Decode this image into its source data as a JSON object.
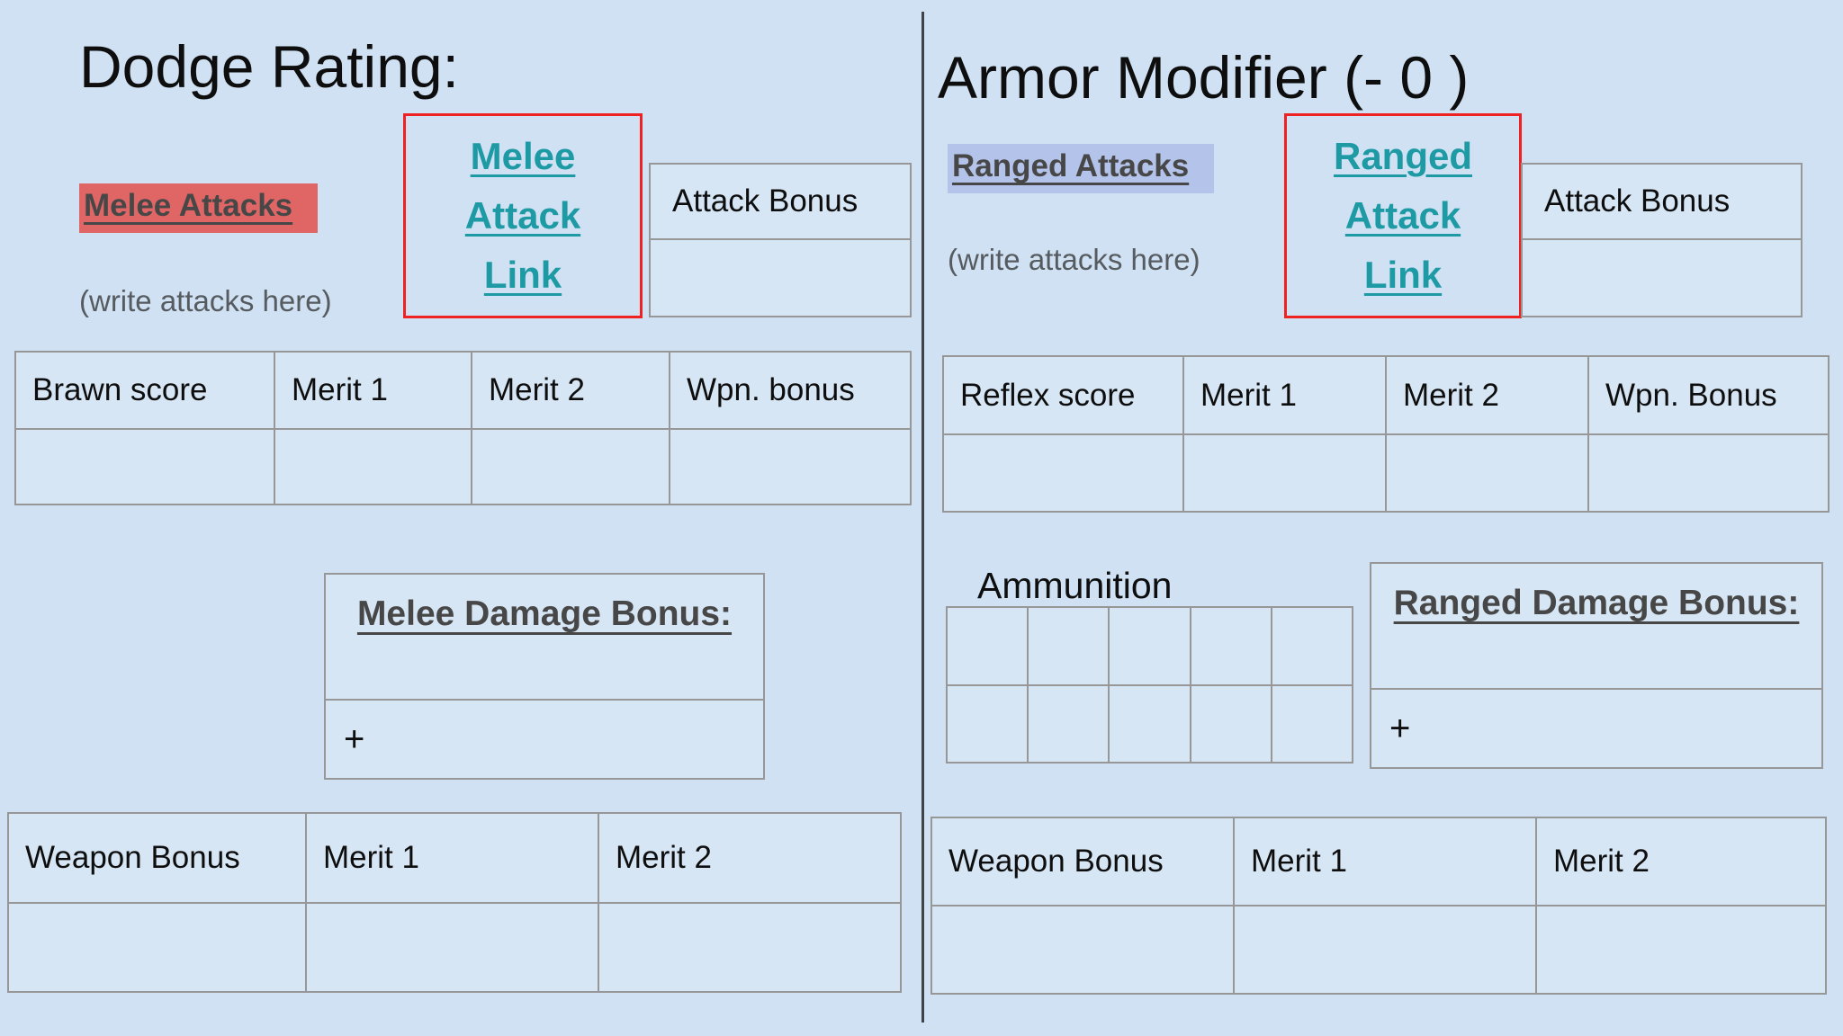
{
  "page": {
    "background_color": "#cfe1f3",
    "divider_color": "#3e4348",
    "table_border_color": "#979797",
    "link_box_border_color": "#ee2222",
    "link_color": "#1d9aa4"
  },
  "left": {
    "title": "Dodge Rating:",
    "attacks_label": "Melee Attacks",
    "attacks_label_highlight": "#e06666",
    "attacks_note": "(write attacks here)",
    "link": {
      "lines": [
        "Melee",
        "Attack",
        "Link"
      ]
    },
    "attack_bonus": {
      "label": "Attack Bonus",
      "value": ""
    },
    "stat_table": {
      "headers": [
        "Brawn score",
        "Merit 1",
        "Merit 2",
        "Wpn. bonus"
      ],
      "values": [
        "",
        "",
        "",
        ""
      ]
    },
    "damage_bonus": {
      "title": "Melee Damage Bonus:",
      "value_prefix": "+"
    },
    "weapon_table": {
      "headers": [
        "Weapon Bonus",
        "Merit 1",
        "Merit 2"
      ],
      "values": [
        "",
        "",
        ""
      ]
    }
  },
  "right": {
    "title": "Armor Modifier (- 0 )",
    "attacks_label": "Ranged Attacks",
    "attacks_label_highlight": "#b3c3e9",
    "attacks_note": "(write attacks here)",
    "link": {
      "lines": [
        "Ranged",
        "Attack",
        "Link"
      ]
    },
    "attack_bonus": {
      "label": "Attack Bonus",
      "value": ""
    },
    "stat_table": {
      "headers": [
        "Reflex score",
        "Merit 1",
        "Merit 2",
        "Wpn. Bonus"
      ],
      "values": [
        "",
        "",
        "",
        ""
      ]
    },
    "ammunition": {
      "label": "Ammunition",
      "rows": 2,
      "cols": 5
    },
    "damage_bonus": {
      "title": "Ranged Damage Bonus:",
      "value_prefix": "+"
    },
    "weapon_table": {
      "headers": [
        "Weapon Bonus",
        "Merit 1",
        "Merit 2"
      ],
      "values": [
        "",
        "",
        ""
      ]
    }
  }
}
